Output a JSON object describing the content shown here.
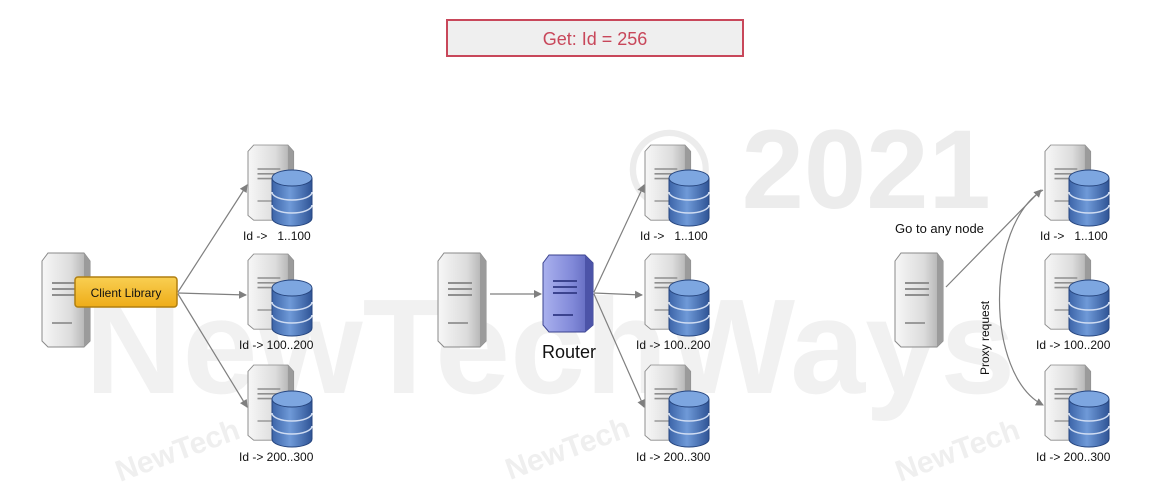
{
  "header": {
    "query_text": "Get: Id = 256"
  },
  "watermark": {
    "main": "© 2021",
    "brand": "NewTechWays",
    "small": "NewTech"
  },
  "panel_client_library": {
    "client_label": "Client Library",
    "shards": [
      "Id ->   1..100",
      "Id -> 100..200",
      "Id -> 200..300"
    ]
  },
  "panel_router": {
    "router_label": "Router",
    "shards": [
      "Id ->   1..100",
      "Id -> 100..200",
      "Id -> 200..300"
    ]
  },
  "panel_proxy": {
    "go_label": "Go to any node",
    "proxy_label": "Proxy request",
    "shards": [
      "Id ->   1..100",
      "Id -> 100..200",
      "Id -> 200..300"
    ]
  },
  "colors": {
    "query_border": "#c8475a",
    "query_text": "#c8475a",
    "client_library_fill": "#f5be2c",
    "router_fill": "#8c95e0",
    "db_fill": "#4f7cc0",
    "arrow": "#7f7f7f"
  }
}
